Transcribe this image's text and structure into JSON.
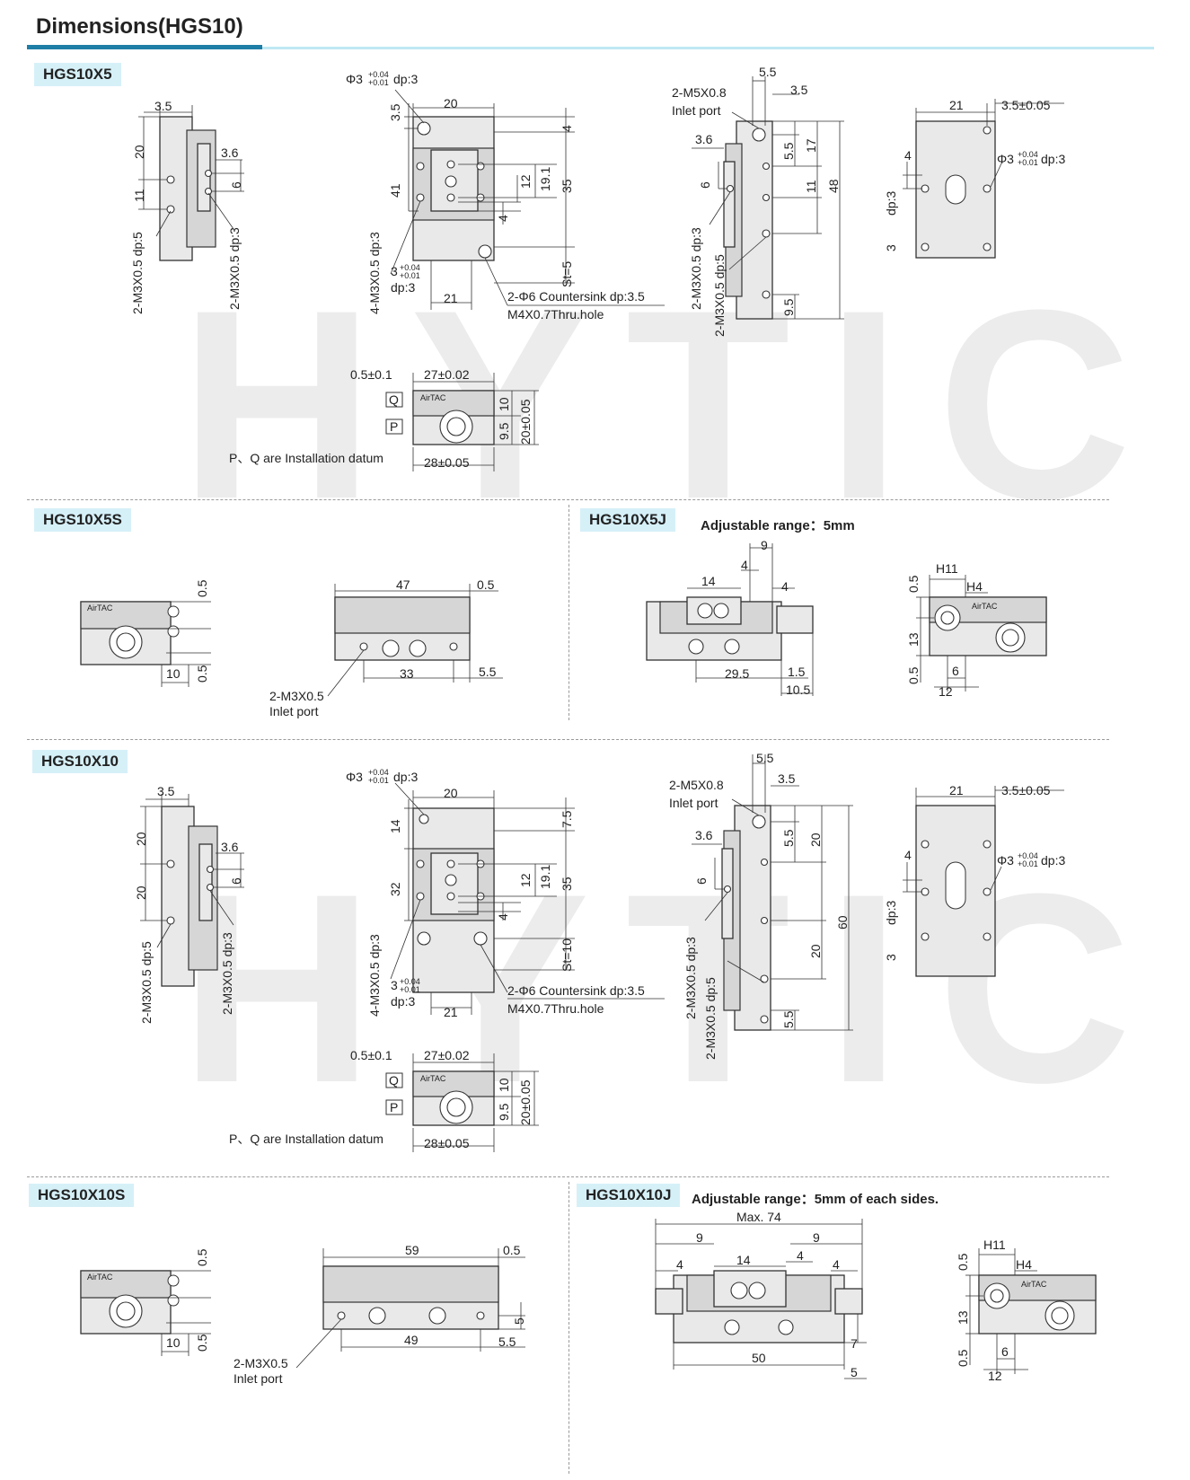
{
  "header": {
    "title": "Dimensions(HGS10)",
    "accent": "#1f7ea6",
    "accent_light": "#bfe8f3"
  },
  "watermark": "HYTIC",
  "sections": {
    "s1": {
      "tag": "HGS10X5"
    },
    "s2": {
      "tag": "HGS10X5S"
    },
    "s3": {
      "tag": "HGS10X5J",
      "note": "Adjustable range：5mm"
    },
    "s4": {
      "tag": "HGS10X10"
    },
    "s5": {
      "tag": "HGS10X10S"
    },
    "s6": {
      "tag": "HGS10X10J",
      "note": "Adjustable range：5mm of each sides."
    }
  },
  "common": {
    "datum": "P、Q are Installation datum",
    "brand": "AirTAC",
    "q": "Q",
    "p": "P",
    "m3_5": "2-M3X0.5 dp:5",
    "m3_3": "2-M3X0.5 dp:3",
    "m3_4": "4-M3X0.5 dp:3",
    "phi3": "Φ3",
    "tol_up": "+0.04",
    "tol_dn": "+0.01",
    "dp3": "dp:3",
    "three": "3",
    "countersink": "2-Φ6 Countersink dp:3.5",
    "thru": "M4X0.7Thru.hole",
    "m5": "2-M5X0.8",
    "m3_inlet": "2-M3X0.5",
    "inlet": "Inlet port",
    "d0_5_0_1": "0.5±0.1",
    "d27": "27±0.02",
    "d28": "28±0.05",
    "d20_05": "20±0.05",
    "d3_5_05": "3.5±0.05",
    "max74": "Max. 74"
  },
  "dims": {
    "a3_5": "3.5",
    "a20": "20",
    "a11": "11",
    "a3_6": "3.6",
    "a6": "6",
    "b4": "4",
    "b41": "41",
    "b12": "12",
    "b19_1": "19.1",
    "b35": "35",
    "b21": "21",
    "st5": "St=5",
    "c5_5": "5.5",
    "c17": "17",
    "c48": "48",
    "c9_5": "9.5",
    "c10": "10",
    "e0_5": "0.5",
    "e47": "47",
    "e33": "33",
    "f9": "9",
    "f14": "14",
    "f29_5": "29.5",
    "f1_5": "1.5",
    "f10_5": "10.5",
    "g11": "H11",
    "g4": "H4",
    "g13": "13",
    "h14": "14",
    "h7_5": "7.5",
    "h32": "32",
    "st10": "St=10",
    "h60": "60",
    "i59": "59",
    "i49": "49",
    "i5": "5",
    "j7": "7",
    "j50": "50"
  }
}
